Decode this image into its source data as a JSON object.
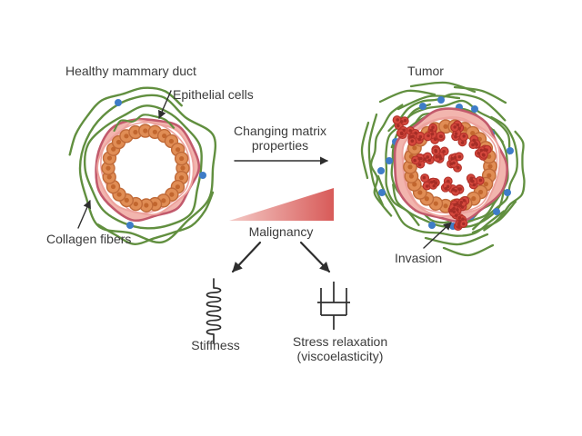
{
  "labels": {
    "healthy_title": "Healthy mammary duct",
    "epithelial": "Epithelial cells",
    "collagen": "Collagen fibers",
    "tumor_title": "Tumor",
    "invasion": "Invasion",
    "changing_matrix": "Changing matrix properties",
    "malignancy": "Malignancy",
    "stiffness": "Stiffness",
    "stress_relaxation": "Stress relaxation",
    "viscoelasticity": "(viscoelasticity)"
  },
  "colors": {
    "text": "#3b3b3b",
    "line": "#2e2e2e",
    "cell": "#e08d55",
    "cell_edge": "#c06a38",
    "nucleus": "#c2662e",
    "pink_light": "#f2b5ae",
    "pink_mid": "#eda39e",
    "rose": "#c25a6c",
    "green": "#618f3f",
    "blue": "#3e7cc7",
    "tumor_red": "#d5483d",
    "tumor_edge": "#b23129",
    "tumor_dark": "#a62d26",
    "triangle_light": "#f4cac6",
    "triangle_dark": "#d85b59"
  },
  "icons": {
    "spring_icon": "coil spring symbol (elastic stiffness element)",
    "dashpot_icon": "piston-in-cylinder dashpot symbol (viscous element)"
  }
}
